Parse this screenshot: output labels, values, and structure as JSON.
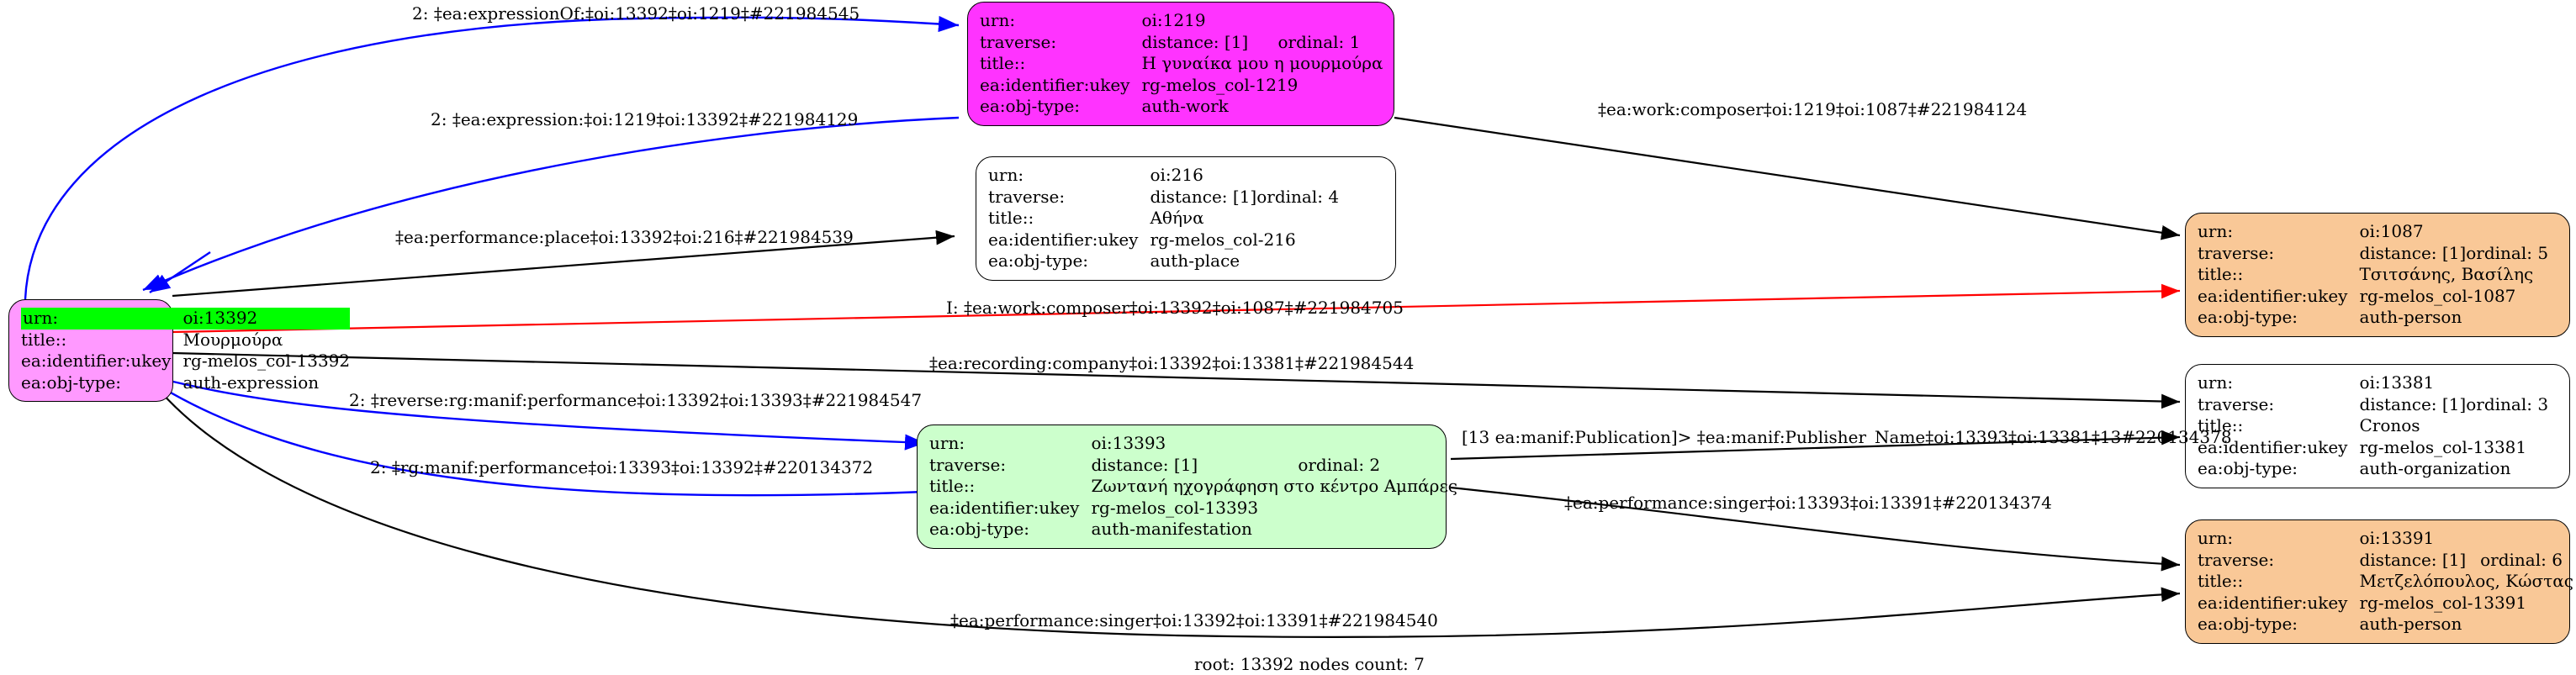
{
  "graph": {
    "footer": "root: 13392 nodes count: 7",
    "colors": {
      "root_node_fill": "#ff99ff",
      "root_highlight_fill": "#00ff00",
      "work_node_fill": "#ff33ff",
      "place_node_fill": "#ffffff",
      "manifestation_node_fill": "#ccffcc",
      "person_node_fill": "#f9c897",
      "organization_node_fill": "#ffffff",
      "edge_default": "#000000",
      "edge_reverse": "#0000ff",
      "edge_inferred": "#ff0000"
    },
    "field_labels": {
      "urn": "urn:",
      "traverse": "traverse:",
      "title": "title::",
      "ukey": "ea:identifier:ukey",
      "objtype": "ea:obj-type:"
    },
    "nodes": [
      {
        "id": "n13392",
        "urn": "oi:13392",
        "traverse": "",
        "traverse_ordinal": "",
        "title": "Μουρμούρα",
        "ukey": "rg-melos_col-13392",
        "objtype": "auth-expression"
      },
      {
        "id": "n1219",
        "urn": "oi:1219",
        "traverse": "distance: [1]",
        "traverse_ordinal": "ordinal: 1",
        "title": "Η γυναίκα μου η μουρμούρα",
        "ukey": "rg-melos_col-1219",
        "objtype": "auth-work"
      },
      {
        "id": "n216",
        "urn": "oi:216",
        "traverse": "distance: [1]",
        "traverse_ordinal": "ordinal: 4",
        "title": "Αθήνα",
        "ukey": "rg-melos_col-216",
        "objtype": "auth-place"
      },
      {
        "id": "n13393",
        "urn": "oi:13393",
        "traverse": "distance: [1]",
        "traverse_ordinal": "ordinal: 2",
        "title": "Ζωντανή ηχογράφηση στο κέντρο Αμπάρες",
        "ukey": "rg-melos_col-13393",
        "objtype": "auth-manifestation"
      },
      {
        "id": "n1087",
        "urn": "oi:1087",
        "traverse": "distance: [1]",
        "traverse_ordinal": "ordinal: 5",
        "title": "Τσιτσάνης, Βασίλης",
        "ukey": "rg-melos_col-1087",
        "objtype": "auth-person"
      },
      {
        "id": "n13381",
        "urn": "oi:13381",
        "traverse": "distance: [1]",
        "traverse_ordinal": "ordinal: 3",
        "title": "Cronos",
        "ukey": "rg-melos_col-13381",
        "objtype": "auth-organization"
      },
      {
        "id": "n13391",
        "urn": "oi:13391",
        "traverse": "distance: [1]",
        "traverse_ordinal": "ordinal: 6",
        "title": "Μετζελόπουλος, Κώστας",
        "ukey": "rg-melos_col-13391",
        "objtype": "auth-person"
      }
    ],
    "edges": [
      {
        "id": "e1",
        "label": "2: ‡ea:expressionOf:‡oi:13392‡oi:1219‡#221984545",
        "color": "#0000ff"
      },
      {
        "id": "e2",
        "label": "2: ‡ea:expression:‡oi:1219‡oi:13392‡#221984129",
        "color": "#0000ff"
      },
      {
        "id": "e3",
        "label": "‡ea:performance:place‡oi:13392‡oi:216‡#221984539",
        "color": "#000000"
      },
      {
        "id": "e4",
        "label": "‡ea:work:composer‡oi:1219‡oi:1087‡#221984124",
        "color": "#000000"
      },
      {
        "id": "e5",
        "label": "I: ‡ea:work:composer‡oi:13392‡oi:1087‡#221984705",
        "color": "#ff0000"
      },
      {
        "id": "e6",
        "label": "‡ea:recording:company‡oi:13392‡oi:13381‡#221984544",
        "color": "#000000"
      },
      {
        "id": "e7",
        "label": "2: ‡reverse:rg:manif:performance‡oi:13392‡oi:13393‡#221984547",
        "color": "#0000ff"
      },
      {
        "id": "e8",
        "label": "2: ‡rg:manif:performance‡oi:13393‡oi:13392‡#220134372",
        "color": "#0000ff"
      },
      {
        "id": "e9",
        "label": "[13 ea:manif:Publication]> ‡ea:manif:Publisher_Name‡oi:13393‡oi:13381‡13#220134378",
        "color": "#000000"
      },
      {
        "id": "e10",
        "label": "‡ea:performance:singer‡oi:13393‡oi:13391‡#220134374",
        "color": "#000000"
      },
      {
        "id": "e11",
        "label": "‡ea:performance:singer‡oi:13392‡oi:13391‡#221984540",
        "color": "#000000"
      }
    ]
  }
}
